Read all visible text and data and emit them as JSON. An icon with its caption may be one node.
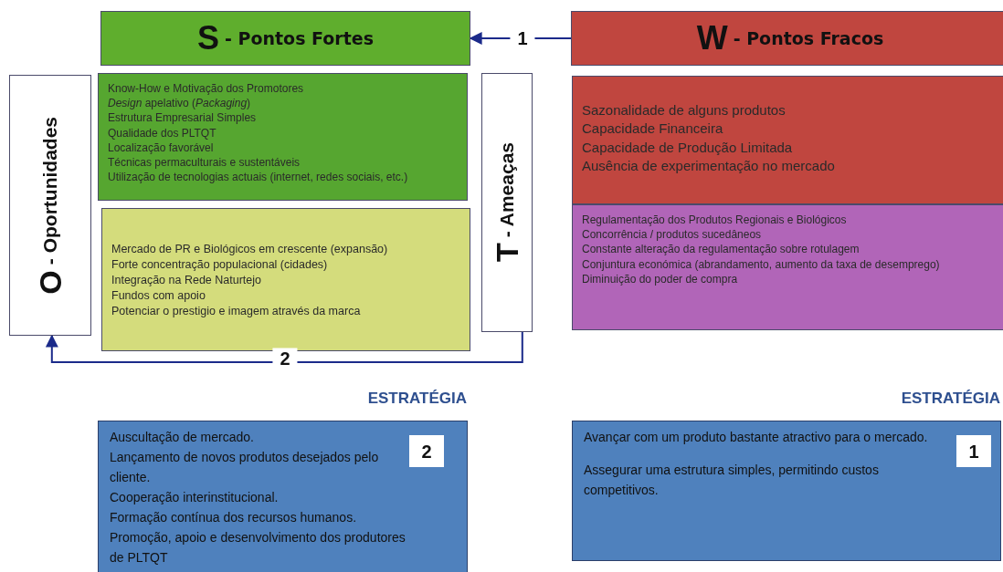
{
  "diagram": {
    "nodes": [
      {
        "text": [
          "S",
          "- Pontos Fortes"
        ]
      },
      {
        "text": [
          "W",
          "- Pontos Fracos"
        ]
      },
      {
        "text": [
          "O",
          "- Oportunidades"
        ]
      },
      {
        "text": [
          "Know-How e Motivação dos Promotores",
          "*Design* apelativo (*Packaging*)",
          "Estrutura Empresarial  Simples",
          "Qualidade dos PLTQT",
          "Localização favorável",
          "Técnicas permaculturais e sustentáveis",
          "Utilização de tecnologias actuais (internet, redes sociais, etc.)"
        ]
      },
      {
        "text": [
          "Mercado de PR e Biológicos em crescente (expansão)",
          "Forte concentração populacional  (cidades)",
          "Integração na Rede Naturtejo",
          "Fundos com apoio",
          "Potenciar o prestigio e imagem através da marca"
        ]
      },
      {
        "text": [
          "T",
          "- Ameaças"
        ]
      },
      {
        "text": [
          "Sazonalidade de alguns produtos",
          "Capacidade Financeira",
          "Capacidade de Produção Limitada",
          "Ausência de experimentação no mercado"
        ]
      },
      {
        "text": [
          "Regulamentação dos Produtos Regionais e Biológicos",
          "Concorrência / produtos  sucedâneos",
          "Constante alteração da regulamentação sobre  rotulagem",
          "Conjuntura económica (abrandamento, aumento da taxa de desemprego)",
          "Diminuição do poder de compra"
        ]
      },
      {
        "text": [
          "ESTRATÉGIA",
          "Auscultação de mercado.",
          "Lançamento de novos produtos desejados pelo cliente.",
          "Cooperação interinstitucional.",
          "Formação contínua dos recursos humanos.",
          "Promoção, apoio e desenvolvimento dos produtores de PLTQT"
        ]
      },
      {
        "text": [
          "2"
        ],
        "in": 8
      },
      {
        "text": [
          "ESTRATÉGIA",
          "Avançar com um produto bastante atractivo para o mercado.",
          "Assegurar uma estrutura simples, permitindo custos competitivos."
        ]
      },
      {
        "text": [
          "1"
        ],
        "in": 10
      }
    ],
    "edges": [
      {
        "from": 1,
        "to": 0,
        "arrow": "to",
        "label": "1"
      },
      {
        "from": 5,
        "to": 2,
        "arrow": "to",
        "label": "2"
      }
    ]
  }
}
